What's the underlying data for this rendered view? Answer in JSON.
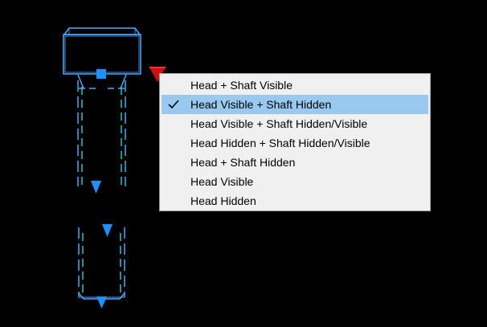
{
  "context_menu": {
    "items": [
      {
        "label": "Head + Shaft Visible",
        "checked": false,
        "highlighted": false
      },
      {
        "label": "Head Visible + Shaft Hidden",
        "checked": true,
        "highlighted": true
      },
      {
        "label": "Head Visible + Shaft Hidden/Visible",
        "checked": false,
        "highlighted": false
      },
      {
        "label": "Head Hidden + Shaft Hidden/Visible",
        "checked": false,
        "highlighted": false
      },
      {
        "label": "Head + Shaft Hidden",
        "checked": false,
        "highlighted": false
      },
      {
        "label": "Head Visible",
        "checked": false,
        "highlighted": false
      },
      {
        "label": "Head Hidden",
        "checked": false,
        "highlighted": false
      }
    ],
    "check_icon": "checkmark-icon",
    "highlight_color": "#99c9ef"
  },
  "drawing": {
    "background_color": "#000000",
    "bolt_line_color": "#4aa8ff",
    "hidden_line_color": "#2ec4c4",
    "grip_color": "#1e90ff",
    "flip_grip_color": "#d01010",
    "icons": [
      "bolt-head",
      "bolt-shaft",
      "grip-square-icon",
      "flip-grip-icon",
      "stretch-grip-icon"
    ]
  }
}
